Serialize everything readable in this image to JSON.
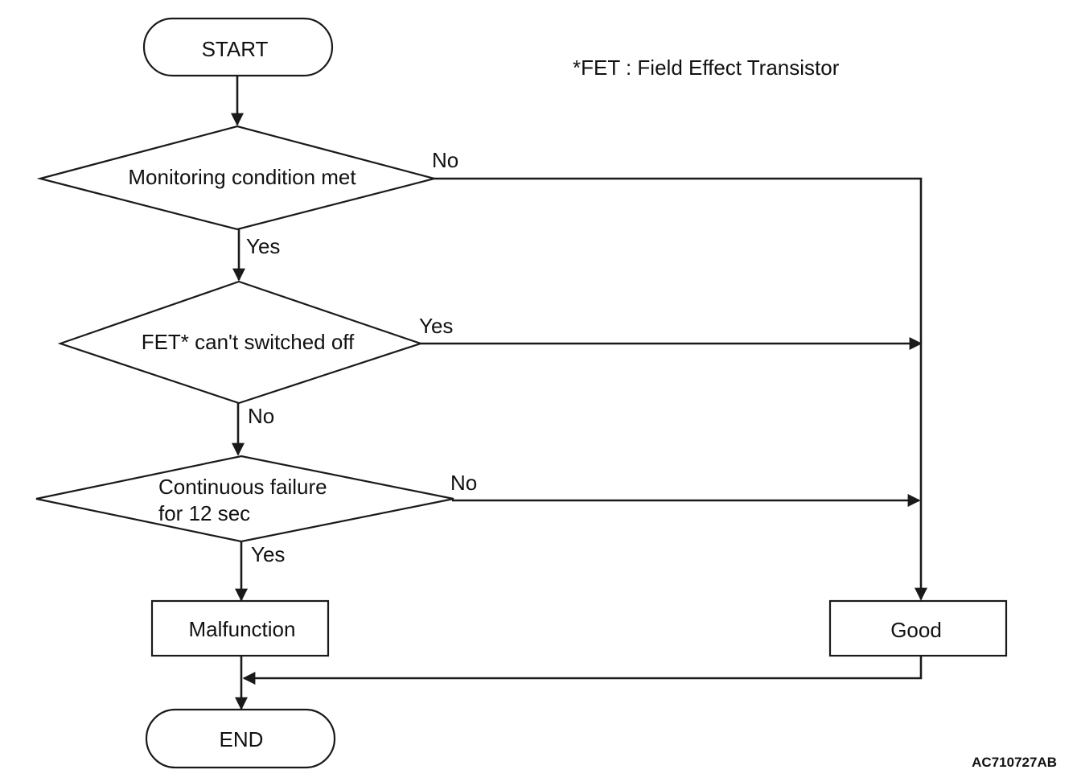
{
  "note": "*FET : Field Effect Transistor",
  "figure_code": "AC710727AB",
  "nodes": {
    "start": "START",
    "end": "END",
    "decision1": [
      "Monitoring condition met"
    ],
    "decision2": [
      "FET* can't switched off"
    ],
    "decision3": [
      "Continuous failure",
      "for 12 sec"
    ],
    "malfunction": "Malfunction",
    "good": "Good"
  },
  "edges": {
    "d1_yes": "Yes",
    "d1_no": "No",
    "d2_yes": "Yes",
    "d2_no": "No",
    "d3_yes": "Yes",
    "d3_no": "No"
  }
}
